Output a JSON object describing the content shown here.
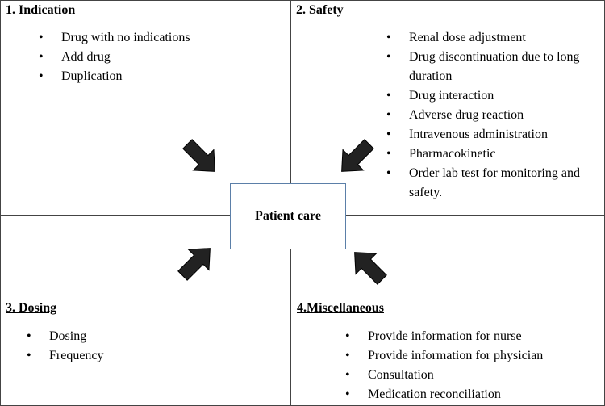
{
  "quadrants": {
    "indication": {
      "heading": "1. Indication",
      "items": [
        "Drug with no indications",
        "Add drug",
        "Duplication"
      ]
    },
    "safety": {
      "heading": "2. Safety",
      "items": [
        "Renal dose adjustment",
        "Drug discontinuation due to long duration",
        "Drug interaction",
        "Adverse drug reaction",
        "Intravenous administration",
        "Pharmacokinetic",
        "Order lab test for monitoring and safety."
      ]
    },
    "dosing": {
      "heading": "3. Dosing",
      "items": [
        "Dosing",
        "Frequency"
      ]
    },
    "misc": {
      "heading": "4.Miscellaneous",
      "items": [
        "Provide information for nurse",
        "Provide information for physician",
        "Consultation",
        "Medication reconciliation"
      ]
    }
  },
  "center": {
    "label": "Patient care"
  }
}
